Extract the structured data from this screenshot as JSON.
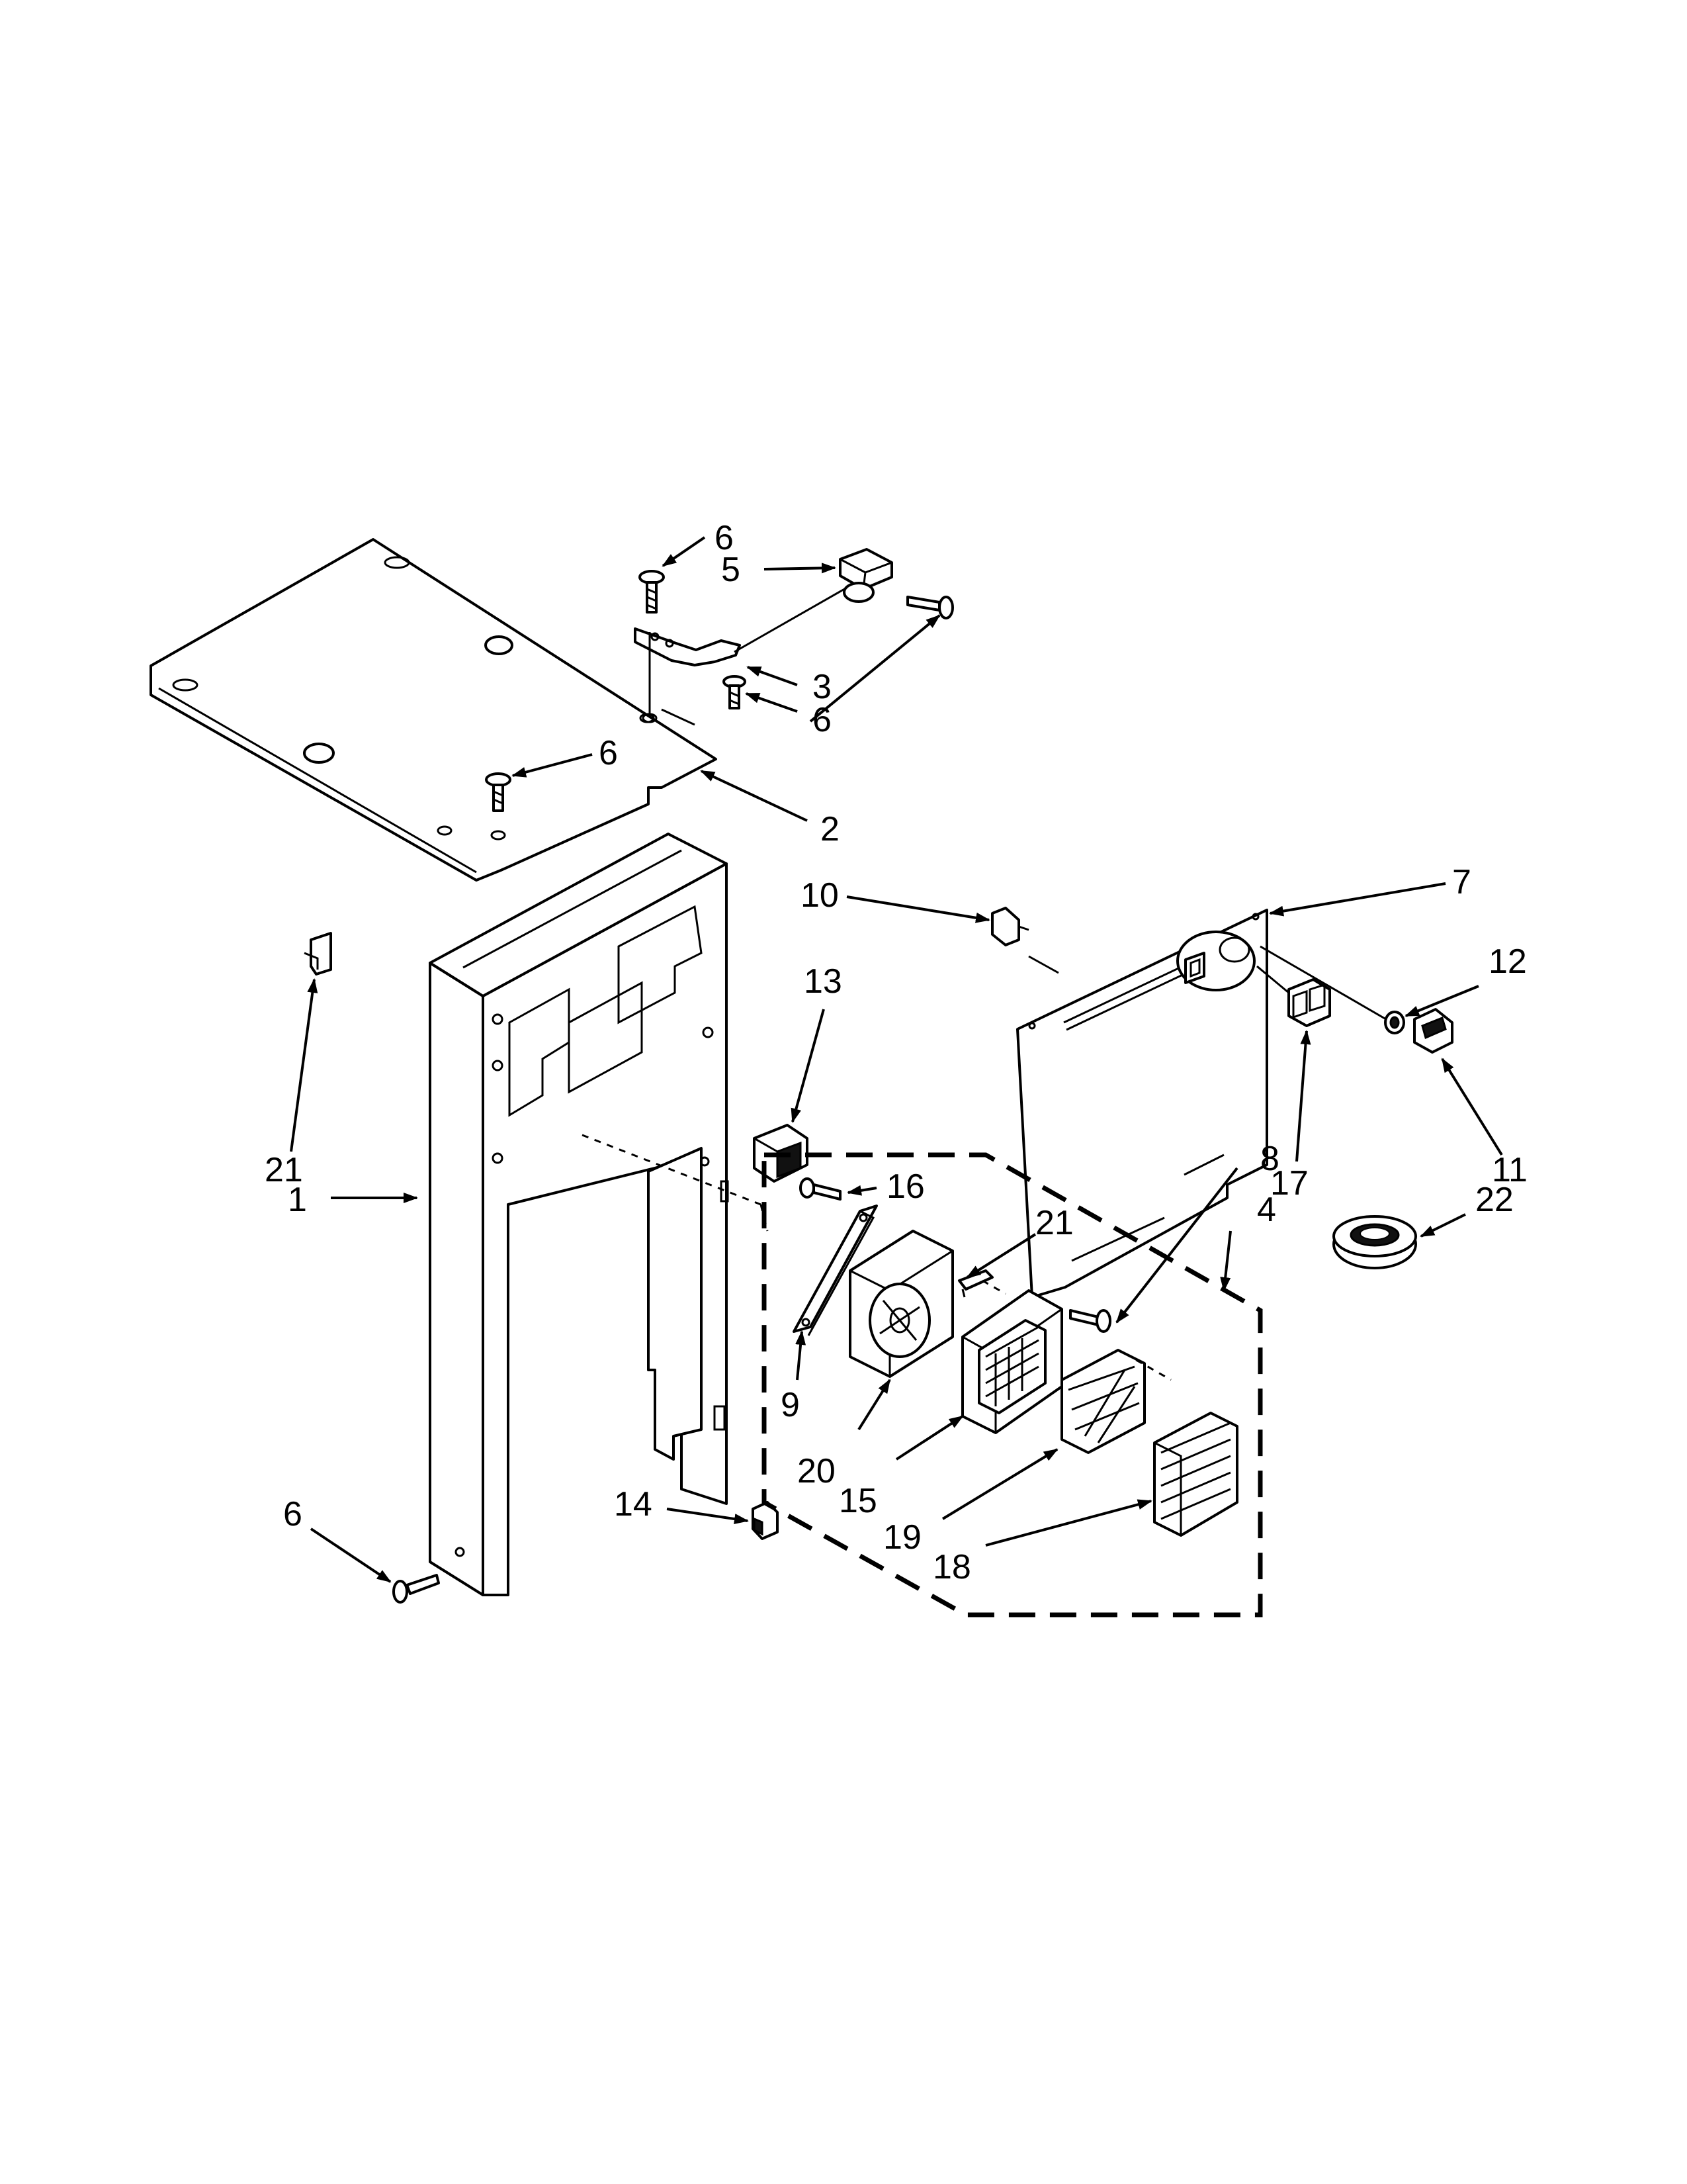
{
  "callouts": {
    "c1": "1",
    "c2": "2",
    "c3": "3",
    "c4": "4",
    "c5": "5",
    "c6a": "6",
    "c6b": "6",
    "c6c": "6",
    "c6d": "6",
    "c7": "7",
    "c8": "8",
    "c9": "9",
    "c10": "10",
    "c11": "11",
    "c12": "12",
    "c13": "13",
    "c14": "14",
    "c15": "15",
    "c16": "16",
    "c17": "17",
    "c18": "18",
    "c19": "19",
    "c20": "20",
    "c21a": "21",
    "c21b": "21",
    "c22": "22"
  }
}
